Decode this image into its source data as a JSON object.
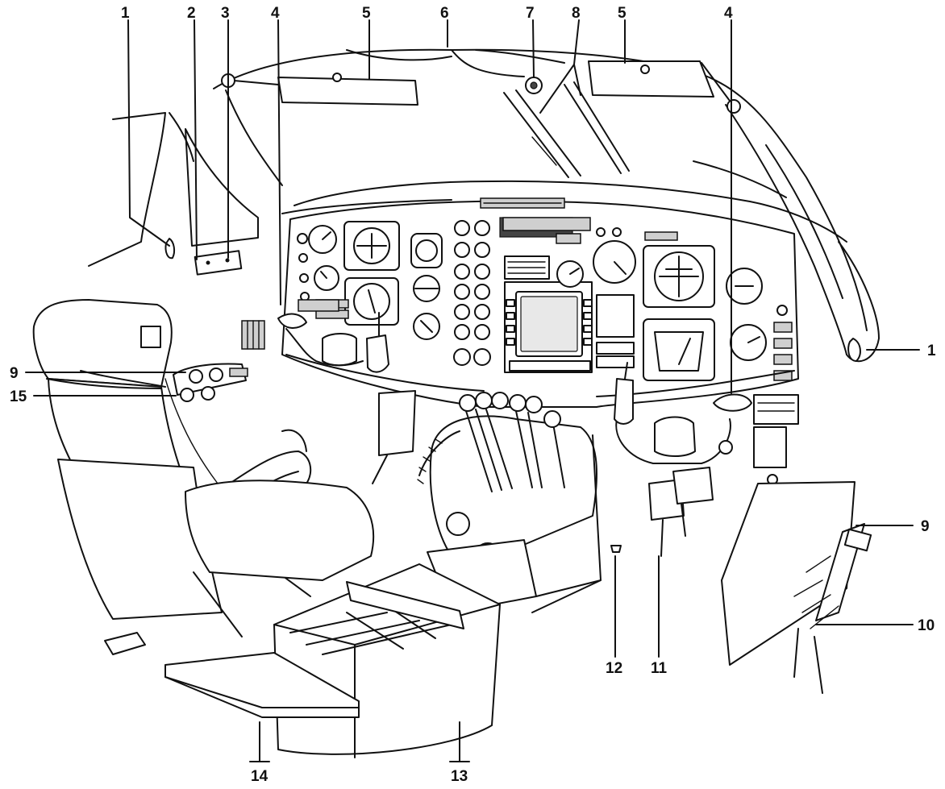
{
  "callouts": {
    "c1_left": "1",
    "c2": "2",
    "c3": "3",
    "c4_left": "4",
    "c5_left": "5",
    "c6": "6",
    "c7": "7",
    "c8": "8",
    "c5_right": "5",
    "c4_right": "4",
    "c1_right": "1",
    "c9_left": "9",
    "c15": "15",
    "c9_right": "9",
    "c10": "10",
    "c11": "11",
    "c12": "12",
    "c13": "13",
    "c14": "14"
  },
  "icons": [
    "sun-visor-icon",
    "control-wheel-icon",
    "seat-icon",
    "throttle-quadrant-icon",
    "instrument-gauge-icon",
    "display-screen-icon",
    "armrest-console-icon",
    "rudder-pedal-icon"
  ]
}
